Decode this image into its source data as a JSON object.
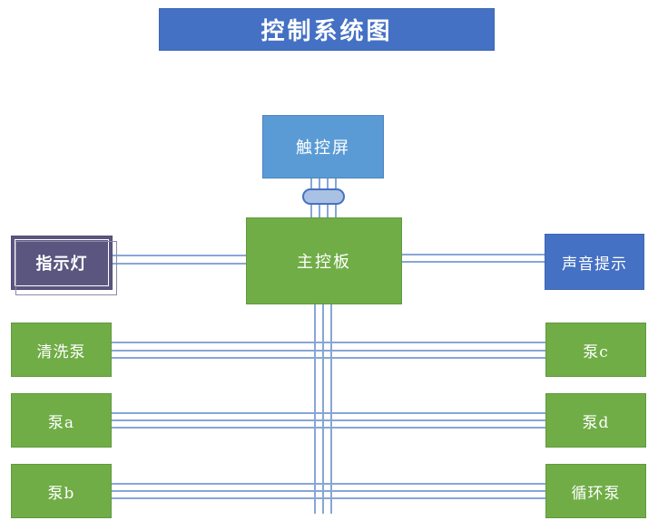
{
  "title": {
    "label": "控制系统图",
    "color": "#4471C4"
  },
  "nodes": {
    "touch_screen": {
      "label": "触控屏",
      "color": "#5B9BD5"
    },
    "main_board": {
      "label": "主控板",
      "color": "#70AD47"
    },
    "indicator_light": {
      "label": "指示灯",
      "color": "#5B5680"
    },
    "sound_alert": {
      "label": "声音提示",
      "color": "#4471C4"
    },
    "cleaning_pump": {
      "label": "清洗泵",
      "color": "#70AD47"
    },
    "pump_a": {
      "label": "泵a",
      "color": "#70AD47"
    },
    "pump_b": {
      "label": "泵b",
      "color": "#70AD47"
    },
    "pump_c": {
      "label": "泵c",
      "color": "#70AD47"
    },
    "pump_d": {
      "label": "泵d",
      "color": "#70AD47"
    },
    "circulation_pump": {
      "label": "循环泵",
      "color": "#70AD47"
    }
  },
  "connector": {
    "name": "cable-connector",
    "fill": "#A9C1E2",
    "border": "#4472C4"
  },
  "wiring": {
    "wire_color": "#87A6D6",
    "bundles": [
      {
        "name": "touch-screen-to-main-board",
        "from": "touch_screen",
        "to": "main_board",
        "orientation": "vertical",
        "xs": [
          342,
          351,
          360,
          369
        ],
        "start": 197,
        "length": 43
      },
      {
        "name": "main-board-downlink",
        "from": "main_board",
        "to": "pump-rows",
        "orientation": "vertical",
        "xs": [
          346,
          355,
          364
        ],
        "start": 336,
        "length": 231
      },
      {
        "name": "indicator-to-main-board",
        "from": "indicator_light",
        "to": "main_board",
        "orientation": "horizontal",
        "ys": [
          281,
          290
        ],
        "start": 124,
        "length": 147
      },
      {
        "name": "main-board-to-sound-alert",
        "from": "main_board",
        "to": "sound_alert",
        "orientation": "horizontal",
        "ys": [
          280,
          288
        ],
        "start": 443,
        "length": 157
      },
      {
        "name": "cleaning-pump-to-pump-c",
        "from": "cleaning_pump",
        "to": "pump_c",
        "orientation": "horizontal",
        "ys": [
          377,
          386,
          394
        ],
        "start": 123,
        "length": 478
      },
      {
        "name": "pump-a-to-pump-d",
        "from": "pump_a",
        "to": "pump_d",
        "orientation": "horizontal",
        "ys": [
          455,
          463,
          471
        ],
        "start": 123,
        "length": 478
      },
      {
        "name": "pump-b-to-circulation-pump",
        "from": "pump_b",
        "to": "circulation_pump",
        "orientation": "horizontal",
        "ys": [
          533,
          541,
          549
        ],
        "start": 123,
        "length": 478
      }
    ]
  }
}
